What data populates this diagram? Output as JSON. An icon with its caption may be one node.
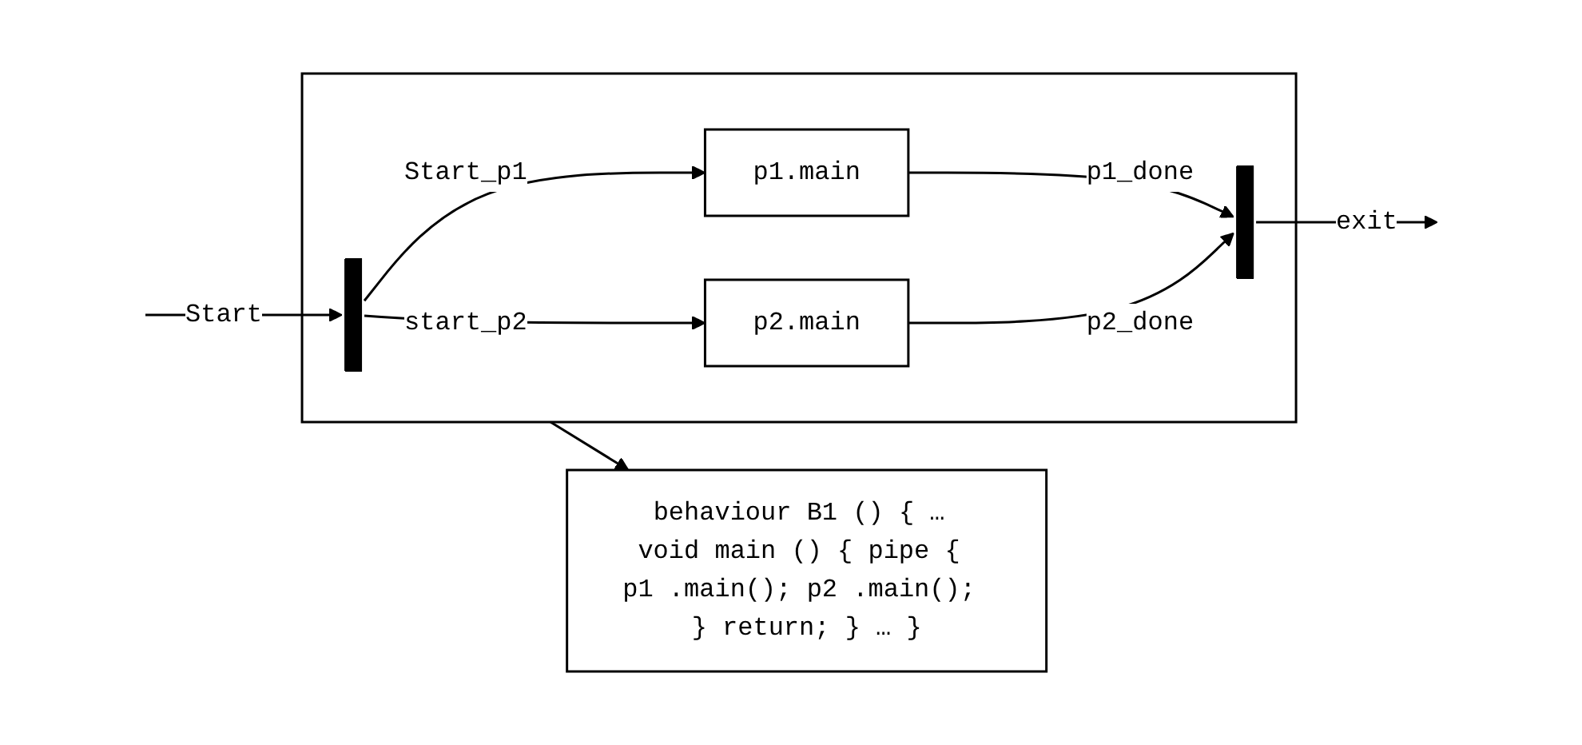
{
  "diagram": {
    "nodes": [
      {
        "text": [],
        "shape": "box"
      },
      {
        "text": [],
        "shape": "bar",
        "in": 0
      },
      {
        "text": [
          "p1.main"
        ],
        "in": 0
      },
      {
        "text": [
          "p2.main"
        ],
        "in": 0
      },
      {
        "text": [],
        "shape": "bar",
        "in": 0
      },
      {
        "text": [
          "behaviour B1 () { … void main () { pipe { p1 .main(); p2 .main(); } return; } … }"
        ]
      }
    ],
    "edges": [
      {
        "from": null,
        "to": 1,
        "arrow": "to",
        "label": "Start"
      },
      {
        "from": 1,
        "to": 2,
        "arrow": "to",
        "label": "Start_p1"
      },
      {
        "from": 1,
        "to": 3,
        "arrow": "to",
        "label": "start_p2"
      },
      {
        "from": 2,
        "to": 4,
        "arrow": "to",
        "label": "p1_done"
      },
      {
        "from": 3,
        "to": 4,
        "arrow": "to",
        "label": "p2_done"
      },
      {
        "from": 4,
        "to": null,
        "arrow": "to",
        "label": "exit"
      },
      {
        "from": 0,
        "to": 5,
        "arrow": "to"
      }
    ]
  }
}
